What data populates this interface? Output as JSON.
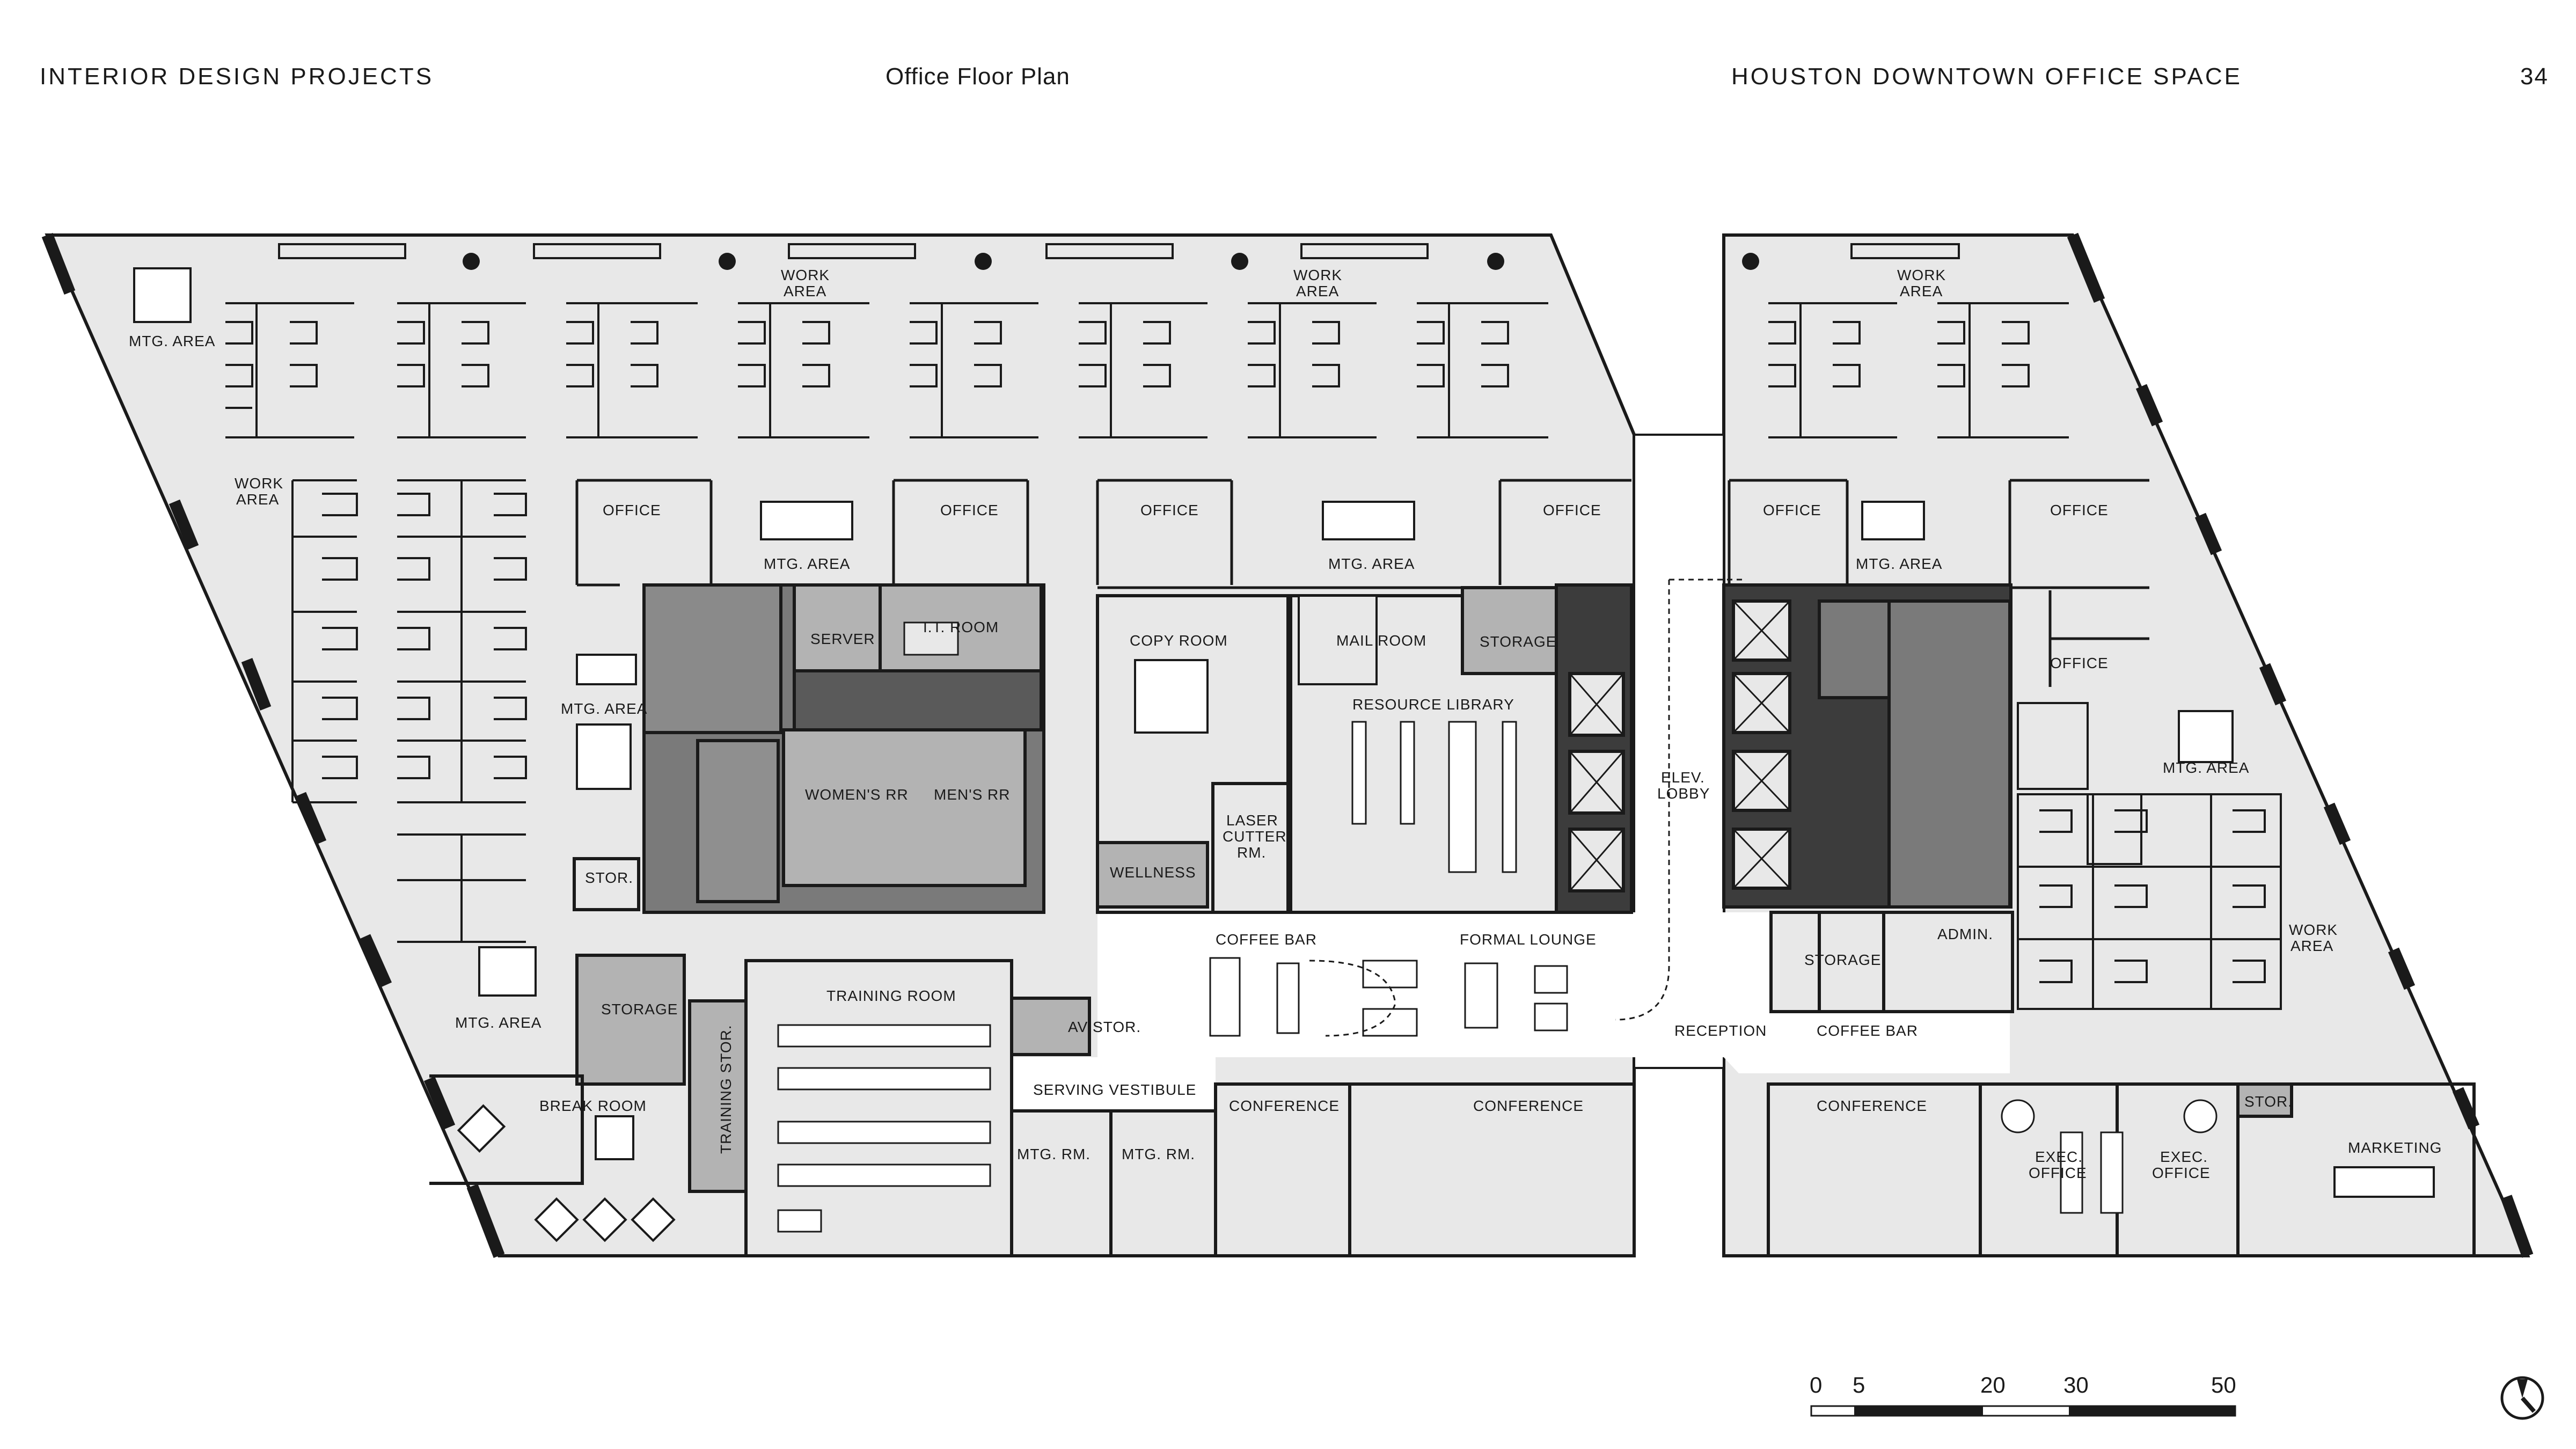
{
  "header": {
    "left": "INTERIOR DESIGN PROJECTS",
    "center": "Office Floor Plan",
    "right": "HOUSTON DOWNTOWN OFFICE SPACE",
    "page": "34"
  },
  "rooms": {
    "mtg_area_nw": "MTG. AREA",
    "work_area_top1": [
      "WORK",
      "AREA"
    ],
    "work_area_top2": [
      "WORK",
      "AREA"
    ],
    "work_area_top3": [
      "WORK",
      "AREA"
    ],
    "work_area_west": [
      "WORK",
      "AREA"
    ],
    "work_area_east": [
      "WORK",
      "AREA"
    ],
    "office_1": "OFFICE",
    "office_2": "OFFICE",
    "office_3": "OFFICE",
    "office_4": "OFFICE",
    "office_5": "OFFICE",
    "office_6": "OFFICE",
    "office_7": "OFFICE",
    "mtg_area_2": "MTG. AREA",
    "mtg_area_3": "MTG. AREA",
    "mtg_area_4": "MTG. AREA",
    "mtg_area_5": "MTG. AREA",
    "mtg_area_west_mid": "MTG. AREA",
    "mtg_area_west_low": "MTG. AREA",
    "server": "SERVER",
    "it_room": "I.T. ROOM",
    "womens_rr": "WOMEN'S RR",
    "mens_rr": "MEN'S RR",
    "stor_west": "STOR.",
    "copy_room": "COPY ROOM",
    "laser_cutter": [
      "LASER",
      "CUTTER",
      "RM."
    ],
    "wellness": "WELLNESS",
    "mail_room": "MAIL ROOM",
    "storage_core": "STORAGE",
    "resource_library": "RESOURCE LIBRARY",
    "elev_lobby": [
      "ELEV.",
      "LOBBY"
    ],
    "coffee_bar_1": "COFFEE BAR",
    "formal_lounge": "FORMAL LOUNGE",
    "storage_west": "STORAGE",
    "training_room": "TRAINING ROOM",
    "av_stor": "AV STOR.",
    "training_stor": "TRAINING STOR.",
    "break_room": "BREAK ROOM",
    "serving_vestibule": "SERVING VESTIBULE",
    "mtg_rm_1": "MTG. RM.",
    "mtg_rm_2": "MTG. RM.",
    "conference_1": "CONFERENCE",
    "conference_2": "CONFERENCE",
    "conference_3": "CONFERENCE",
    "reception": "RECEPTION",
    "coffee_bar_2": "COFFEE BAR",
    "storage_east": "STORAGE",
    "admin": "ADMIN.",
    "exec_office_1": [
      "EXEC.",
      "OFFICE"
    ],
    "exec_office_2": [
      "EXEC.",
      "OFFICE"
    ],
    "stor_east": "STOR.",
    "marketing": "MARKETING"
  },
  "scale": {
    "ticks": [
      "0",
      "5",
      "20",
      "30",
      "50"
    ]
  },
  "colors": {
    "floor": "#e8e8e8",
    "core": "#7a7a7a",
    "core_dark": "#3c3c3c",
    "service": "#b3b3b3",
    "circulation": "#ffffff",
    "wall": "#1a1a1a"
  }
}
